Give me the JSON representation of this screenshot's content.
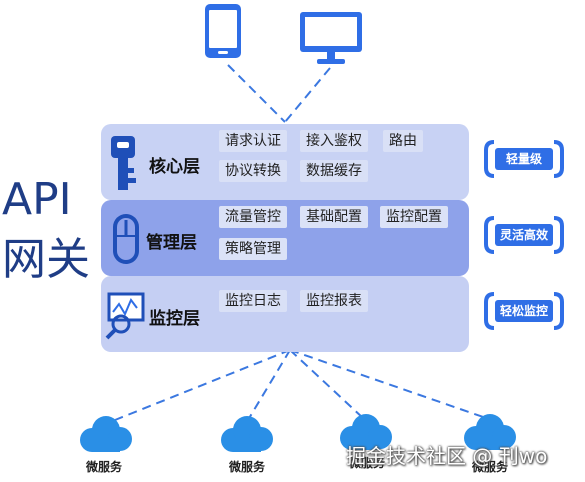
{
  "title": {
    "line1": "API",
    "line2": "网关"
  },
  "devices": [
    {
      "icon": "mobile-phone-icon"
    },
    {
      "icon": "desktop-monitor-icon"
    }
  ],
  "layers": {
    "core": {
      "title": "核心层",
      "icon": "key-icon",
      "features": [
        "请求认证",
        "接入鉴权",
        "路由",
        "协议转换",
        "数据缓存"
      ]
    },
    "management": {
      "title": "管理层",
      "icon": "mouse-icon",
      "features": [
        "流量管控",
        "基础配置",
        "监控配置",
        "策略管理"
      ]
    },
    "monitoring": {
      "title": "监控层",
      "icon": "monitor-chart-icon",
      "features": [
        "监控日志",
        "监控报表"
      ]
    }
  },
  "badges": [
    "轻量级",
    "灵活高效",
    "轻松监控"
  ],
  "services": [
    "微服务",
    "微服务",
    "微服务",
    "微服务"
  ],
  "watermark": "掘金技术社区 @ 刊wo",
  "colors": {
    "accent": "#2f6ee6",
    "core_layer": "#c8d2f4",
    "management_layer": "#8ea2ea",
    "monitoring_layer": "#c5cff3",
    "title_text": "#1f3d86"
  }
}
